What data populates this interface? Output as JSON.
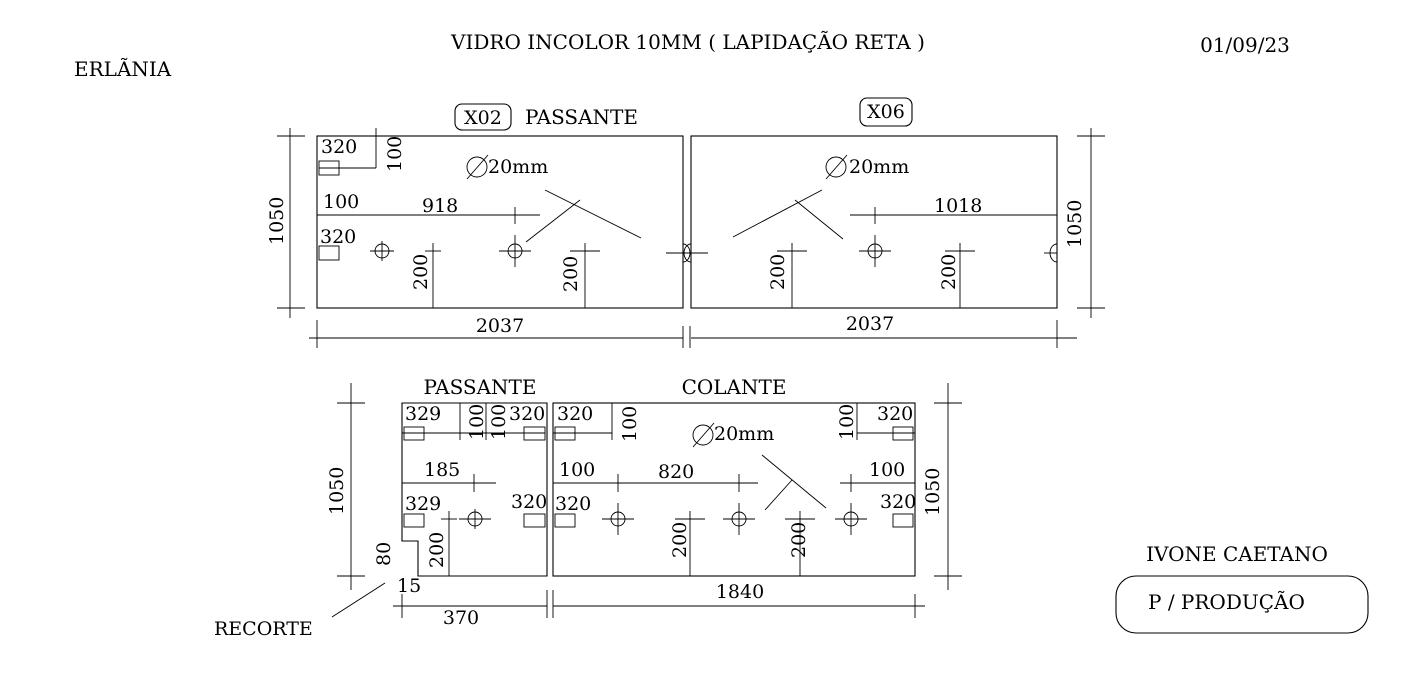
{
  "header": {
    "title": "VIDRO INCOLOR 10MM ( LAPIDAÇÃO RETA )",
    "date": "01/09/23",
    "client": "ERLÃNIA"
  },
  "top_row": {
    "panel_a": {
      "tag": "X02",
      "type_label": "PASSANTE",
      "hole_label": "20mm",
      "offset_left": "100",
      "offset_run": "918",
      "notch_a_w": "320",
      "notch_a_h": "100",
      "notch_b_w": "320",
      "dim_v1": "200",
      "dim_v2": "200",
      "height": "1050",
      "width": "2037"
    },
    "panel_b": {
      "tag": "X06",
      "hole_label": "20mm",
      "offset_run": "1018",
      "dim_v1": "200",
      "dim_v2": "200",
      "height": "1050",
      "width": "2037"
    }
  },
  "bottom_row": {
    "panel_c": {
      "type_label": "PASSANTE",
      "notch_a_w": "329",
      "notch_a_h": "100",
      "notch_b_h": "100",
      "notch_b_w": "320",
      "offset_run": "185",
      "notch_c_w": "329",
      "notch_d_w": "320",
      "dim_v": "200",
      "cut_h": "80",
      "cut_w": "15",
      "height": "1050",
      "width": "370",
      "cut_label": "RECORTE"
    },
    "panel_d": {
      "type_label": "COLANTE",
      "notch_a_w": "320",
      "notch_a_h": "100",
      "notch_b_h": "100",
      "notch_b_w": "320",
      "hole_label": "20mm",
      "offset_left": "100",
      "offset_run": "820",
      "offset_right": "100",
      "notch_c_w": "320",
      "notch_d_w": "320",
      "dim_v1": "200",
      "dim_v2": "200",
      "height": "1050",
      "width": "1840"
    }
  },
  "footer": {
    "name": "IVONE CAETANO",
    "stamp": "P / PRODUÇÃO"
  }
}
